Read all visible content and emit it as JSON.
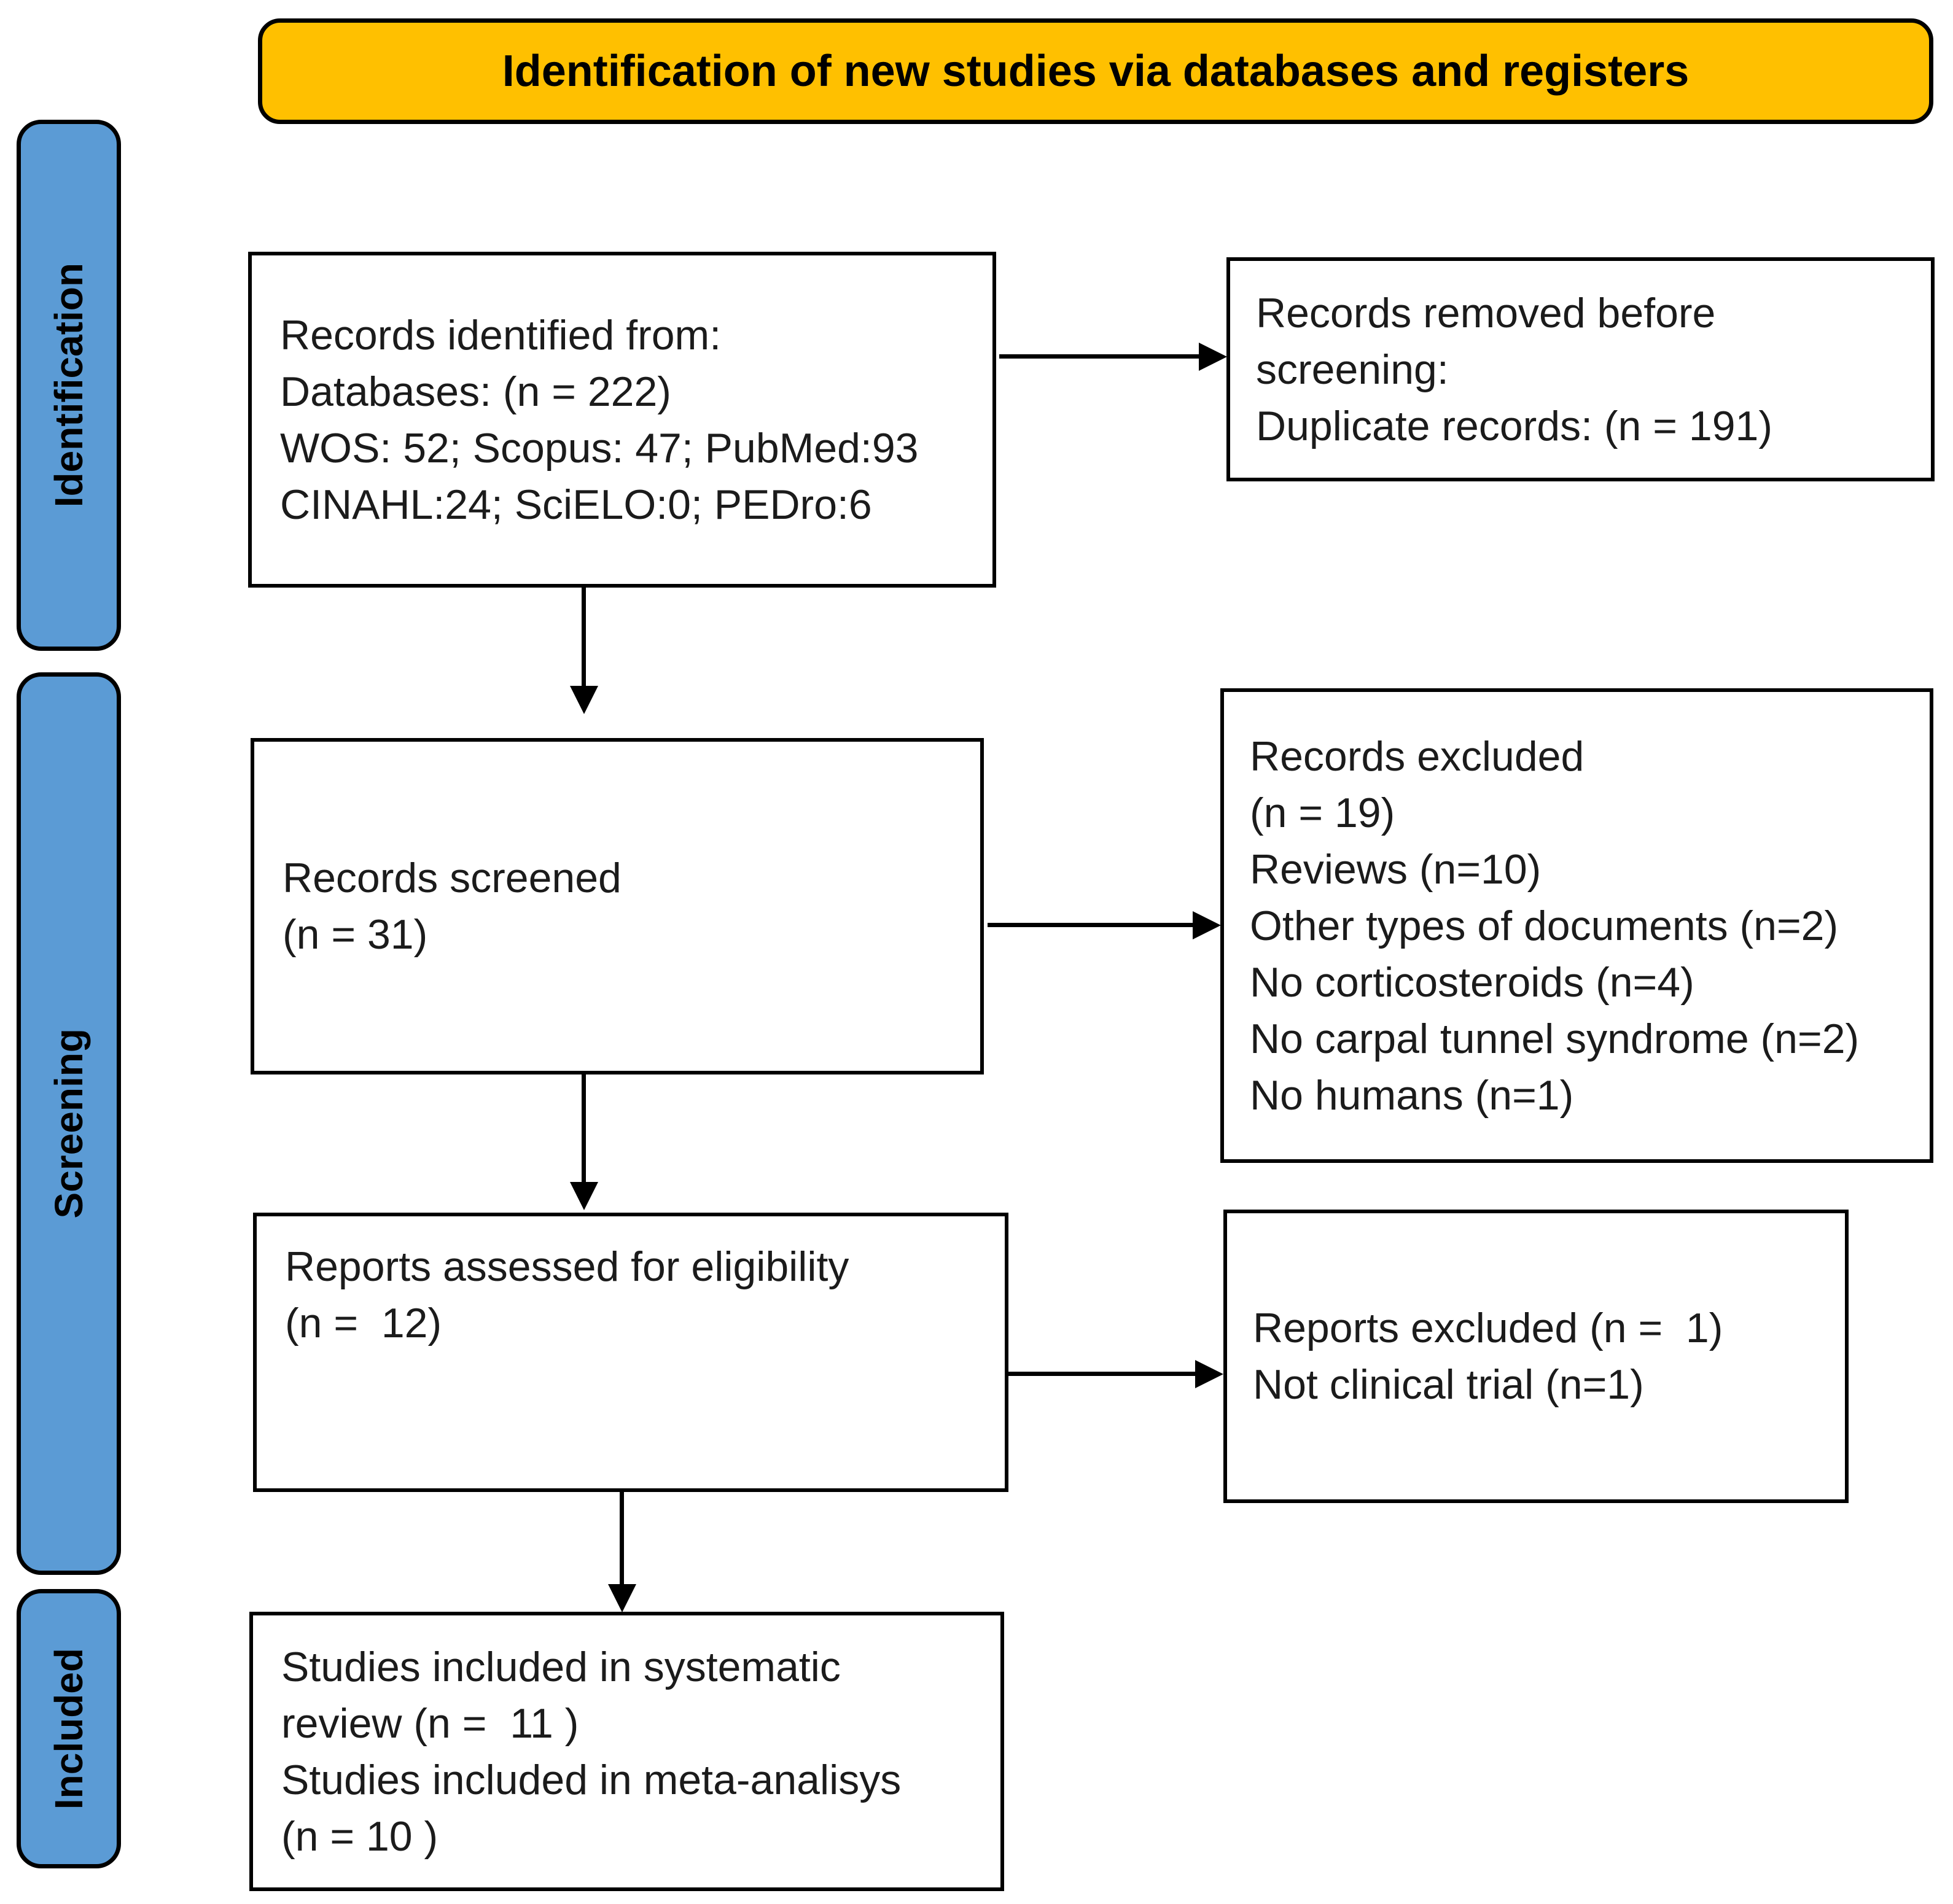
{
  "banner": {
    "text": "Identification of new studies via databases and registers"
  },
  "stages": {
    "identification": "Identification",
    "screening": "Screening",
    "included": "Included"
  },
  "boxes": {
    "records_identified": [
      "Records identified from:",
      "Databases: (n = 222)",
      "WOS: 52; Scopus: 47; PubMed:93",
      "CINAHL:24; SciELO:0; PEDro:6"
    ],
    "records_removed": [
      "Records removed before",
      "screening:",
      "Duplicate records: (n = 191)"
    ],
    "records_screened": [
      "Records screened",
      "(n = 31)"
    ],
    "records_excluded": [
      "Records excluded",
      "(n = 19)",
      "Reviews (n=10)",
      "Other types of documents (n=2)",
      "No corticosteroids (n=4)",
      "No carpal tunnel syndrome (n=2)",
      "No humans (n=1)"
    ],
    "reports_assessed": [
      "Reports assessed for eligibility",
      "(n =  12)"
    ],
    "reports_excluded": [
      "Reports excluded (n =  1)",
      "Not clinical trial (n=1)"
    ],
    "studies_included": [
      "Studies included in systematic",
      "review (n =  11 )",
      "Studies included in meta-analisys",
      "(n = 10 )"
    ]
  },
  "colors": {
    "banner-bg": "#FFC000",
    "stage-bg": "#5B9BD5",
    "line": "#000000",
    "text": "#1B1B1B",
    "box-bg": "#FFFFFF",
    "page-bg": "#FFFFFF"
  }
}
